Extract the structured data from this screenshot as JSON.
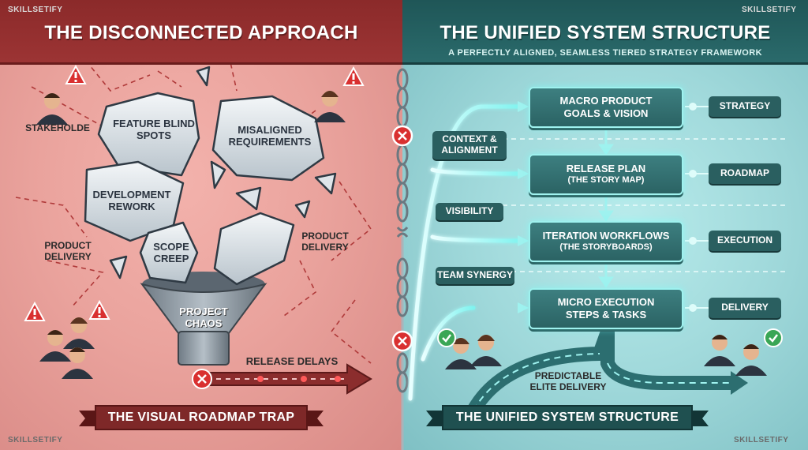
{
  "brand": "SKILLSETIFY",
  "left": {
    "title": "THE DISCONNECTED APPROACH",
    "stakeholder_label": "STAKEHOLDE",
    "shards": {
      "feature": "FEATURE BLIND SPOTS",
      "misaligned": "MISALIGNED REQUIREMENTS",
      "development": "DEVELOPMENT REWORK",
      "scope": "SCOPE CREEP"
    },
    "product_delivery_left": "PRODUCT DELIVERY",
    "product_delivery_right": "PRODUCT DELIVERY",
    "funnel_label": "PROJECT CHAOS",
    "release_delays": "RELEASE DELAYS",
    "footer": "THE VISUAL ROADMAP TRAP"
  },
  "right": {
    "title": "THE UNIFIED SYSTEM STRUCTURE",
    "subtitle": "A PERFECTLY ALIGNED, SEAMLESS TIERED STRATEGY FRAMEWORK",
    "nodes": [
      {
        "main": "MACRO PRODUCT",
        "main2": "GOALS & VISION",
        "tag": "STRATEGY"
      },
      {
        "main": "RELEASE PLAN",
        "sub": "(THE STORY MAP)",
        "tag": "ROADMAP"
      },
      {
        "main": "ITERATION WORKFLOWS",
        "sub": "(THE STORYBOARDS)",
        "tag": "EXECUTION"
      },
      {
        "main": "MICRO EXECUTION",
        "main2": "STEPS & TASKS",
        "tag": "DELIVERY"
      }
    ],
    "side_tags": {
      "context": "CONTEXT & ALIGNMENT",
      "visibility": "VISIBILITY",
      "synergy": "TEAM SYNERGY"
    },
    "outcome": "PREDICTABLE ELITE DELIVERY",
    "footer": "THE UNIFIED SYSTEM STRUCTURE"
  },
  "colors": {
    "left_accent": "#8b2a2a",
    "right_accent": "#2a6a6b",
    "glow": "#9ff2ef",
    "warning": "#d93030",
    "success": "#3aa655"
  }
}
